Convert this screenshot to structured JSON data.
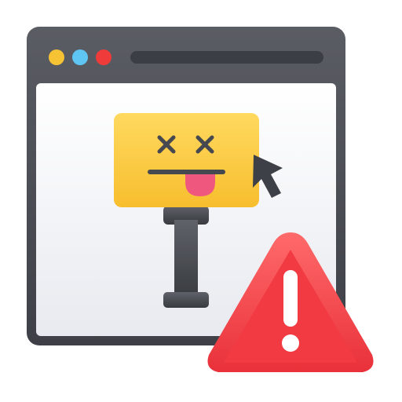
{
  "icon": {
    "semantic": "broken-website-error-illustration",
    "elements": [
      "browser-window-icon",
      "traffic-light-dots",
      "address-bar",
      "dead-face-sign-icon",
      "mouse-cursor-icon",
      "warning-triangle-icon"
    ]
  },
  "colors": {
    "window_frame_top": "#5a5d63",
    "window_frame_bottom": "#3d4046",
    "window_content_top": "#ffffff",
    "window_content_bottom": "#e8eaf0",
    "address_bar": "#3b3e44",
    "dot_yellow": "#f6c335",
    "dot_blue": "#5fc6f4",
    "dot_red": "#f03b3b",
    "sign_top": "#ffd95f",
    "sign_bottom": "#f7be2e",
    "face_features": "#46494f",
    "tongue": "#f0577e",
    "post_top": "#5f6268",
    "post_bottom": "#383b40",
    "cursor": "#3d4046",
    "warning_outer_top": "#ff6a6a",
    "warning_outer_bottom": "#e9313a",
    "warning_inner": "#f23a43",
    "warning_mark": "#ffffff"
  }
}
